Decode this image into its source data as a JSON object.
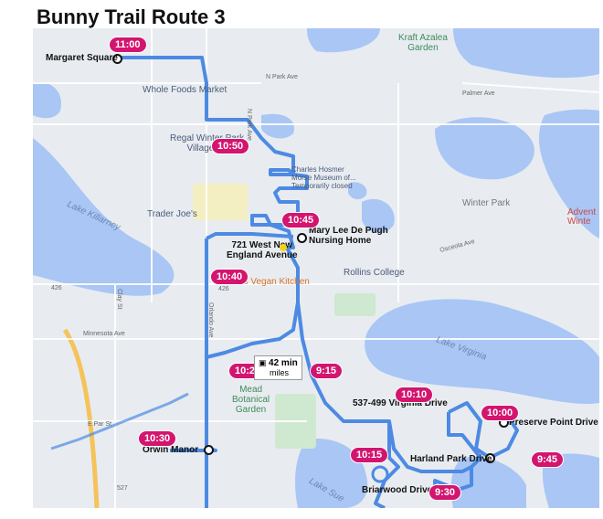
{
  "title": "Bunny Trail Route 3",
  "stops": {
    "margaret_square": "Margaret Square",
    "mary_lee": "Mary Lee De Pugh\nNursing Home",
    "west_new_england": "721 West New\nEngland Avenue",
    "orwin_manor": "Orwin Manor",
    "virginia_drive": "537-499 Virginia Drive",
    "preserve_point": "Preserve Point Drive",
    "harland_park": "Harland Park Drive",
    "briarwood": "Briarwood Drive"
  },
  "times": [
    "11:00",
    "10:50",
    "10:45",
    "10:40",
    "10:25",
    "9:15",
    "10:30",
    "10:15",
    "10:10",
    "10:00",
    "9:45",
    "9:30"
  ],
  "info": {
    "duration": "42 min",
    "distance": "miles"
  },
  "places": {
    "kraft": "Kraft Azalea\nGarden",
    "whole_foods": "Whole Foods Market",
    "regal": "Regal Winter Park\nVillage & RPX",
    "hosmer": "Charles Hosmer\nMorse Museum of...\nTemporarily closed",
    "trader_joes": "Trader Joe's",
    "lake_killarney": "Lake Killarney",
    "winter_park": "Winter Park",
    "adventist": "Advent\nWinte",
    "ethos": "Ethos Vegan Kitchen",
    "rollins": "Rollins College",
    "lake_virginia": "Lake Virginia",
    "mead": "Mead\nBotanical\nGarden",
    "lake_sue": "Lake Sue"
  },
  "roads": {
    "n_park": "N Park Ave",
    "palmer": "Palmer Ave",
    "osceola": "Osceola Ave",
    "r426": "426",
    "r426b": "426",
    "minnesota": "Minnesota Ave",
    "e_par": "E Par St",
    "r527": "527",
    "orlando_ave": "Orlando Ave",
    "clay_st": "Clay St",
    "n_park_v": "N Park Ave"
  },
  "colors": {
    "route": "#4d8ae3",
    "badge": "#d3156f",
    "water": "#a9c6f5",
    "land": "#e9edf1"
  }
}
